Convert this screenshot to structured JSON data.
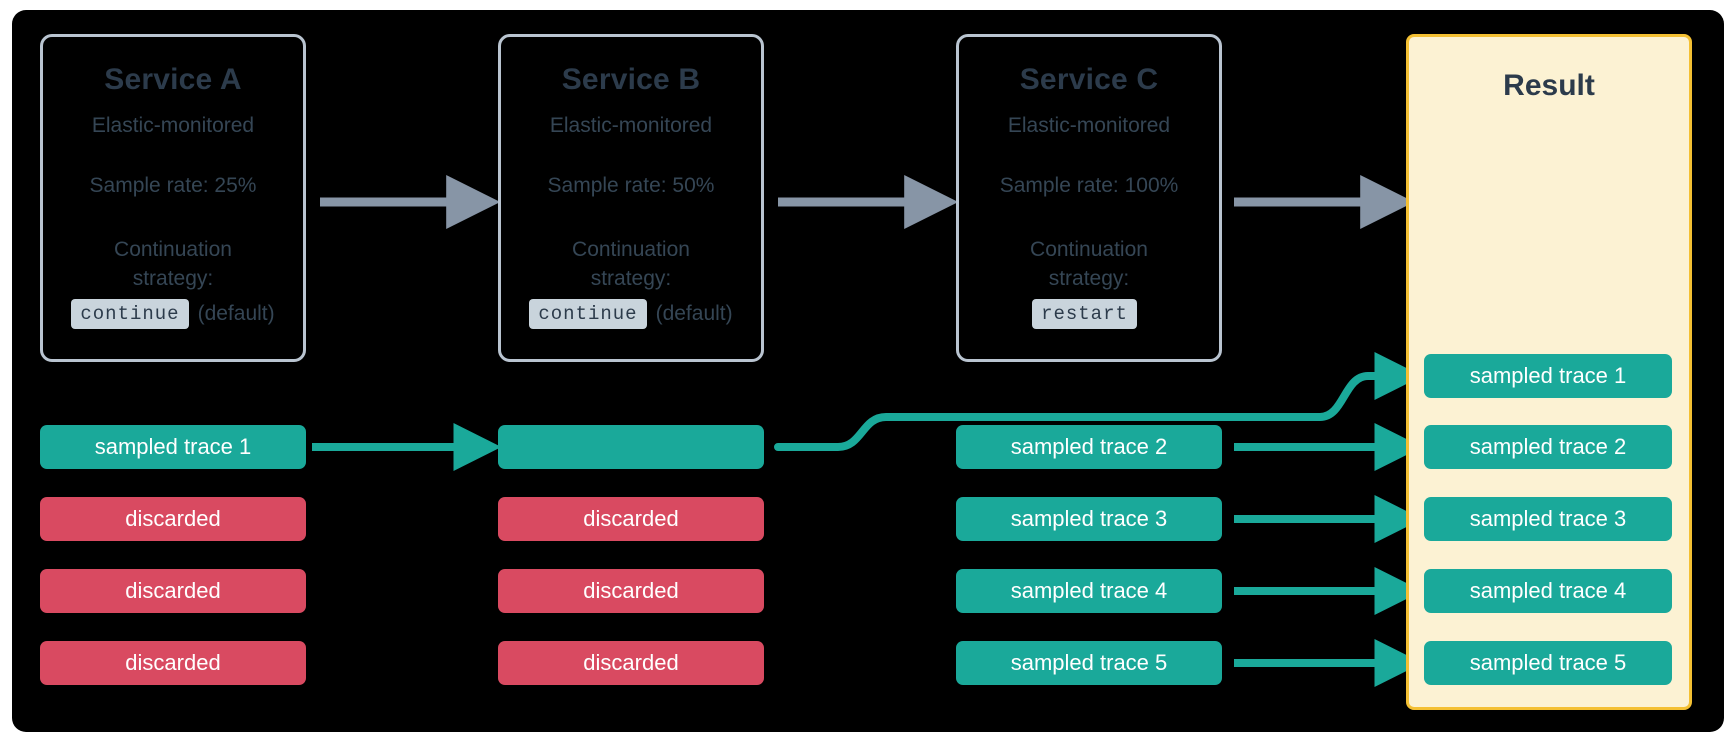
{
  "diagram": {
    "title": "Distributed tracing sampling continuation strategy",
    "background_color": "#000000",
    "colors": {
      "sampled": "#1aa99a",
      "discarded": "#d94a61",
      "service_border": "#b9c4d0",
      "service_text": "#2c3b4b",
      "result_bg": "#fcf2d3",
      "result_border": "#f4c033",
      "gray_arrow": "#8795a6",
      "code_chip_bg": "#c9d4dc"
    }
  },
  "services": [
    {
      "name": "Service A",
      "monitoring": "Elastic-monitored",
      "sample_rate": "Sample rate: 25%",
      "strategy_label": "Continuation strategy:",
      "strategy_value": "continue",
      "strategy_note": "(default)"
    },
    {
      "name": "Service B",
      "monitoring": "Elastic-monitored",
      "sample_rate": "Sample rate: 50%",
      "strategy_label": "Continuation strategy:",
      "strategy_value": "continue",
      "strategy_note": "(default)"
    },
    {
      "name": "Service C",
      "monitoring": "Elastic-monitored",
      "sample_rate": "Sample rate: 100%",
      "strategy_label": "Continuation strategy:",
      "strategy_value": "restart",
      "strategy_note": ""
    }
  ],
  "result": {
    "title": "Result",
    "traces": [
      "sampled trace 1",
      "sampled trace 2",
      "sampled trace 3",
      "sampled trace 4",
      "sampled trace 5"
    ]
  },
  "columns": {
    "service_a_traces": [
      {
        "label": "sampled trace 1",
        "state": "sampled"
      },
      {
        "label": "discarded",
        "state": "discarded"
      },
      {
        "label": "discarded",
        "state": "discarded"
      },
      {
        "label": "discarded",
        "state": "discarded"
      }
    ],
    "service_b_traces": [
      {
        "label": "",
        "state": "sampled"
      },
      {
        "label": "discarded",
        "state": "discarded"
      },
      {
        "label": "discarded",
        "state": "discarded"
      },
      {
        "label": "discarded",
        "state": "discarded"
      }
    ],
    "service_c_traces": [
      {
        "label": "sampled trace 2",
        "state": "sampled"
      },
      {
        "label": "sampled trace 3",
        "state": "sampled"
      },
      {
        "label": "sampled trace 4",
        "state": "sampled"
      },
      {
        "label": "sampled trace 5",
        "state": "sampled"
      }
    ]
  }
}
